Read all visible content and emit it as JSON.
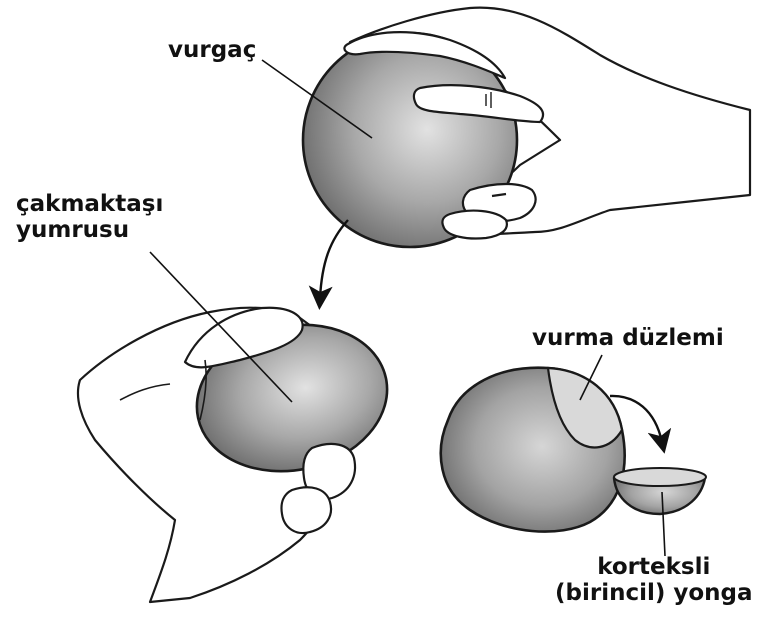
{
  "labels": {
    "hammerstone": "vurgaç",
    "nodule_line1": "çakmaktaşı",
    "nodule_line2": "yumrusu",
    "striking_platform": "vurma düzlemi",
    "flake_line1": "korteksli",
    "flake_line2": "(birincil) yonga"
  },
  "colors": {
    "stone_light": "#dcdcdc",
    "stone_dark": "#6e6e6e",
    "outline": "#1a1a1a"
  }
}
